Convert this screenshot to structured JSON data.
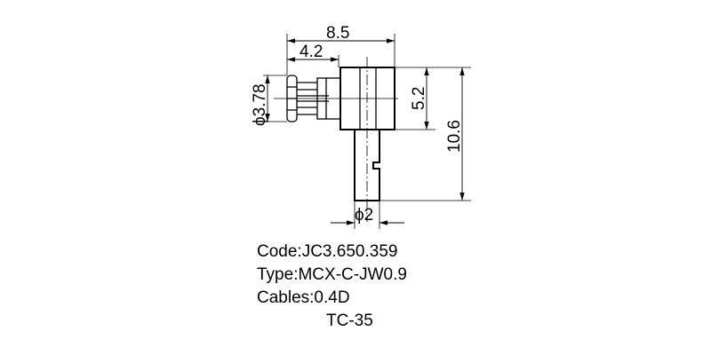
{
  "drawing": {
    "dimensions": {
      "overall_length": "8.5",
      "plug_length": "4.2",
      "plug_diameter": "ϕ3.78",
      "body_height": "5.2",
      "total_height": "10.6",
      "cable_diameter": "ϕ2"
    }
  },
  "info": {
    "code": "Code:JC3.650.359",
    "type": "Type:MCX-C-JW0.9",
    "cables": "Cables:0.4D",
    "tc": "TC-35"
  }
}
